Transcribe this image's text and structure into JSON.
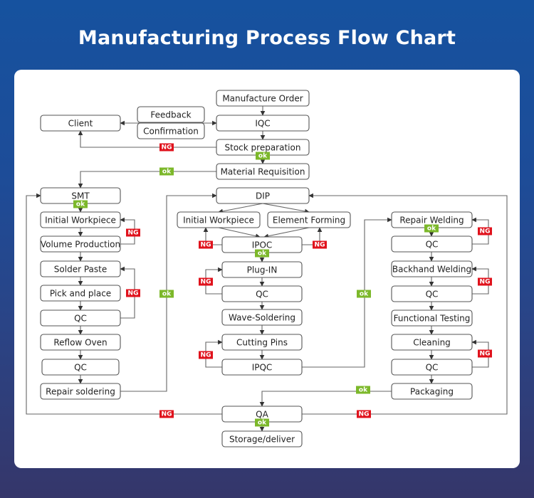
{
  "title": "Manufacturing Process Flow Chart",
  "colors": {
    "ng": "#e0121c",
    "ok": "#7cb82a",
    "header_bg": "#16529f",
    "footer_bg": "#35366a"
  },
  "labels": {
    "ng": "NG",
    "ok": "ok"
  },
  "nodes": {
    "manufacture_order": "Manufacture Order",
    "client": "Client",
    "feedback": "Feedback",
    "confirmation": "Confirmation",
    "iqc": "IQC",
    "stock_preparation": "Stock preparation",
    "material_requisition": "Material Requisition",
    "smt": "SMT",
    "smt_initial_workpiece": "Initial Workpiece",
    "volume_production": "Volume Production",
    "solder_paste": "Solder Paste",
    "pick_and_place": "Pick and place",
    "smt_qc1": "QC",
    "reflow_oven": "Reflow Oven",
    "smt_qc2": "QC",
    "repair_soldering": "Repair soldering",
    "dip": "DIP",
    "dip_initial_workpiece": "Initial Workpiece",
    "element_forming": "Element Forming",
    "ipoc": "IPOC",
    "plug_in": "Plug-IN",
    "dip_qc": "QC",
    "wave_soldering": "Wave-Soldering",
    "cutting_pins": "Cutting Pins",
    "ipqc": "IPQC",
    "repair_welding": "Repair Welding",
    "rw_qc": "QC",
    "backhand_welding": "Backhand Welding",
    "bw_qc": "QC",
    "functional_testing": "Functional Testing",
    "cleaning": "Cleaning",
    "cl_qc": "QC",
    "packaging": "Packaging",
    "qa": "QA",
    "storage_deliver": "Storage/deliver"
  },
  "edges": [
    {
      "from": "manufacture_order",
      "to": "iqc"
    },
    {
      "from": "iqc",
      "to": "stock_preparation"
    },
    {
      "from": "stock_preparation",
      "to": "material_requisition",
      "tag": "ok"
    },
    {
      "from": "stock_preparation",
      "to": "client",
      "tag": "NG"
    },
    {
      "from": "feedback",
      "to": "client"
    },
    {
      "from": "confirmation",
      "to": "iqc"
    },
    {
      "from": "material_requisition",
      "to": "smt",
      "tag": "ok"
    },
    {
      "from": "smt",
      "to": "smt_initial_workpiece",
      "tag": "ok"
    },
    {
      "from": "smt_initial_workpiece",
      "to": "volume_production"
    },
    {
      "from": "volume_production",
      "to": "smt_initial_workpiece",
      "tag": "NG"
    },
    {
      "from": "volume_production",
      "to": "solder_paste"
    },
    {
      "from": "solder_paste",
      "to": "pick_and_place"
    },
    {
      "from": "pick_and_place",
      "to": "smt_qc1"
    },
    {
      "from": "smt_qc1",
      "to": "solder_paste",
      "tag": "NG"
    },
    {
      "from": "smt_qc1",
      "to": "reflow_oven"
    },
    {
      "from": "reflow_oven",
      "to": "smt_qc2"
    },
    {
      "from": "smt_qc2",
      "to": "repair_soldering"
    },
    {
      "from": "repair_soldering",
      "to": "dip",
      "tag": "ok"
    },
    {
      "from": "dip",
      "to": "dip_initial_workpiece"
    },
    {
      "from": "dip",
      "to": "element_forming"
    },
    {
      "from": "dip_initial_workpiece",
      "to": "ipoc"
    },
    {
      "from": "element_forming",
      "to": "ipoc"
    },
    {
      "from": "ipoc",
      "to": "dip_initial_workpiece",
      "tag": "NG"
    },
    {
      "from": "ipoc",
      "to": "element_forming",
      "tag": "NG"
    },
    {
      "from": "ipoc",
      "to": "plug_in",
      "tag": "ok"
    },
    {
      "from": "plug_in",
      "to": "dip_qc"
    },
    {
      "from": "dip_qc",
      "to": "plug_in",
      "tag": "NG"
    },
    {
      "from": "dip_qc",
      "to": "wave_soldering"
    },
    {
      "from": "wave_soldering",
      "to": "cutting_pins"
    },
    {
      "from": "cutting_pins",
      "to": "ipqc"
    },
    {
      "from": "ipqc",
      "to": "cutting_pins",
      "tag": "NG"
    },
    {
      "from": "ipqc",
      "to": "repair_welding",
      "tag": "ok"
    },
    {
      "from": "repair_welding",
      "to": "rw_qc",
      "tag": "ok"
    },
    {
      "from": "rw_qc",
      "to": "repair_welding",
      "tag": "NG"
    },
    {
      "from": "rw_qc",
      "to": "backhand_welding"
    },
    {
      "from": "backhand_welding",
      "to": "bw_qc"
    },
    {
      "from": "bw_qc",
      "to": "backhand_welding",
      "tag": "NG"
    },
    {
      "from": "bw_qc",
      "to": "functional_testing"
    },
    {
      "from": "functional_testing",
      "to": "cleaning"
    },
    {
      "from": "cleaning",
      "to": "cl_qc"
    },
    {
      "from": "cl_qc",
      "to": "cleaning",
      "tag": "NG"
    },
    {
      "from": "cl_qc",
      "to": "packaging"
    },
    {
      "from": "packaging",
      "to": "qa",
      "tag": "ok"
    },
    {
      "from": "qa",
      "to": "smt",
      "tag": "NG"
    },
    {
      "from": "qa",
      "to": "dip",
      "tag": "NG"
    },
    {
      "from": "qa",
      "to": "storage_deliver",
      "tag": "ok"
    }
  ]
}
